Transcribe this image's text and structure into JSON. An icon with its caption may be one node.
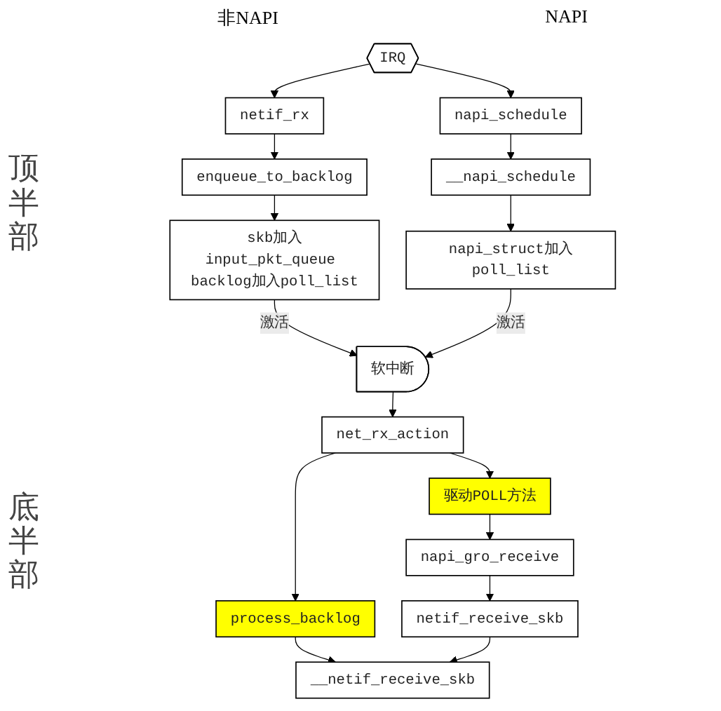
{
  "diagram": {
    "nodes": [
      {
        "text": [
          "IRQ"
        ]
      },
      {
        "text": [
          "netif_rx"
        ]
      },
      {
        "text": [
          "napi_schedule"
        ]
      },
      {
        "text": [
          "enqueue_to_backlog"
        ]
      },
      {
        "text": [
          "__napi_schedule"
        ]
      },
      {
        "text": [
          "skb加入input_pkt_queue backlog加入poll_list"
        ]
      },
      {
        "text": [
          "napi_struct加入poll_list"
        ]
      },
      {
        "text": [
          "软中断"
        ]
      },
      {
        "text": [
          "net_rx_action"
        ]
      },
      {
        "text": [
          "process_backlog"
        ]
      },
      {
        "text": [
          "驱动POLL方法"
        ]
      },
      {
        "text": [
          "napi_gro_receive"
        ]
      },
      {
        "text": [
          "netif_receive_skb"
        ]
      },
      {
        "text": [
          "__netif_receive_skb"
        ]
      }
    ],
    "edges": [
      {
        "from": 0,
        "to": 1,
        "arrow": "to"
      },
      {
        "from": 0,
        "to": 2,
        "arrow": "to"
      },
      {
        "from": 1,
        "to": 3,
        "arrow": "to"
      },
      {
        "from": 2,
        "to": 4,
        "arrow": "to"
      },
      {
        "from": 3,
        "to": 5,
        "arrow": "to"
      },
      {
        "from": 4,
        "to": 6,
        "arrow": "to"
      },
      {
        "from": 5,
        "to": 7,
        "arrow": "to",
        "label": "激活"
      },
      {
        "from": 6,
        "to": 7,
        "arrow": "to",
        "label": "激活"
      },
      {
        "from": 7,
        "to": 8,
        "arrow": "to"
      },
      {
        "from": 8,
        "to": 9,
        "arrow": "to"
      },
      {
        "from": 8,
        "to": 10,
        "arrow": "to"
      },
      {
        "from": 10,
        "to": 11,
        "arrow": "to"
      },
      {
        "from": 11,
        "to": 12,
        "arrow": "to"
      },
      {
        "from": 9,
        "to": 13,
        "arrow": "to"
      },
      {
        "from": 12,
        "to": 13,
        "arrow": "to"
      }
    ],
    "labels": [
      "非NAPI",
      "NAPI",
      "顶半部",
      "底半部"
    ]
  }
}
